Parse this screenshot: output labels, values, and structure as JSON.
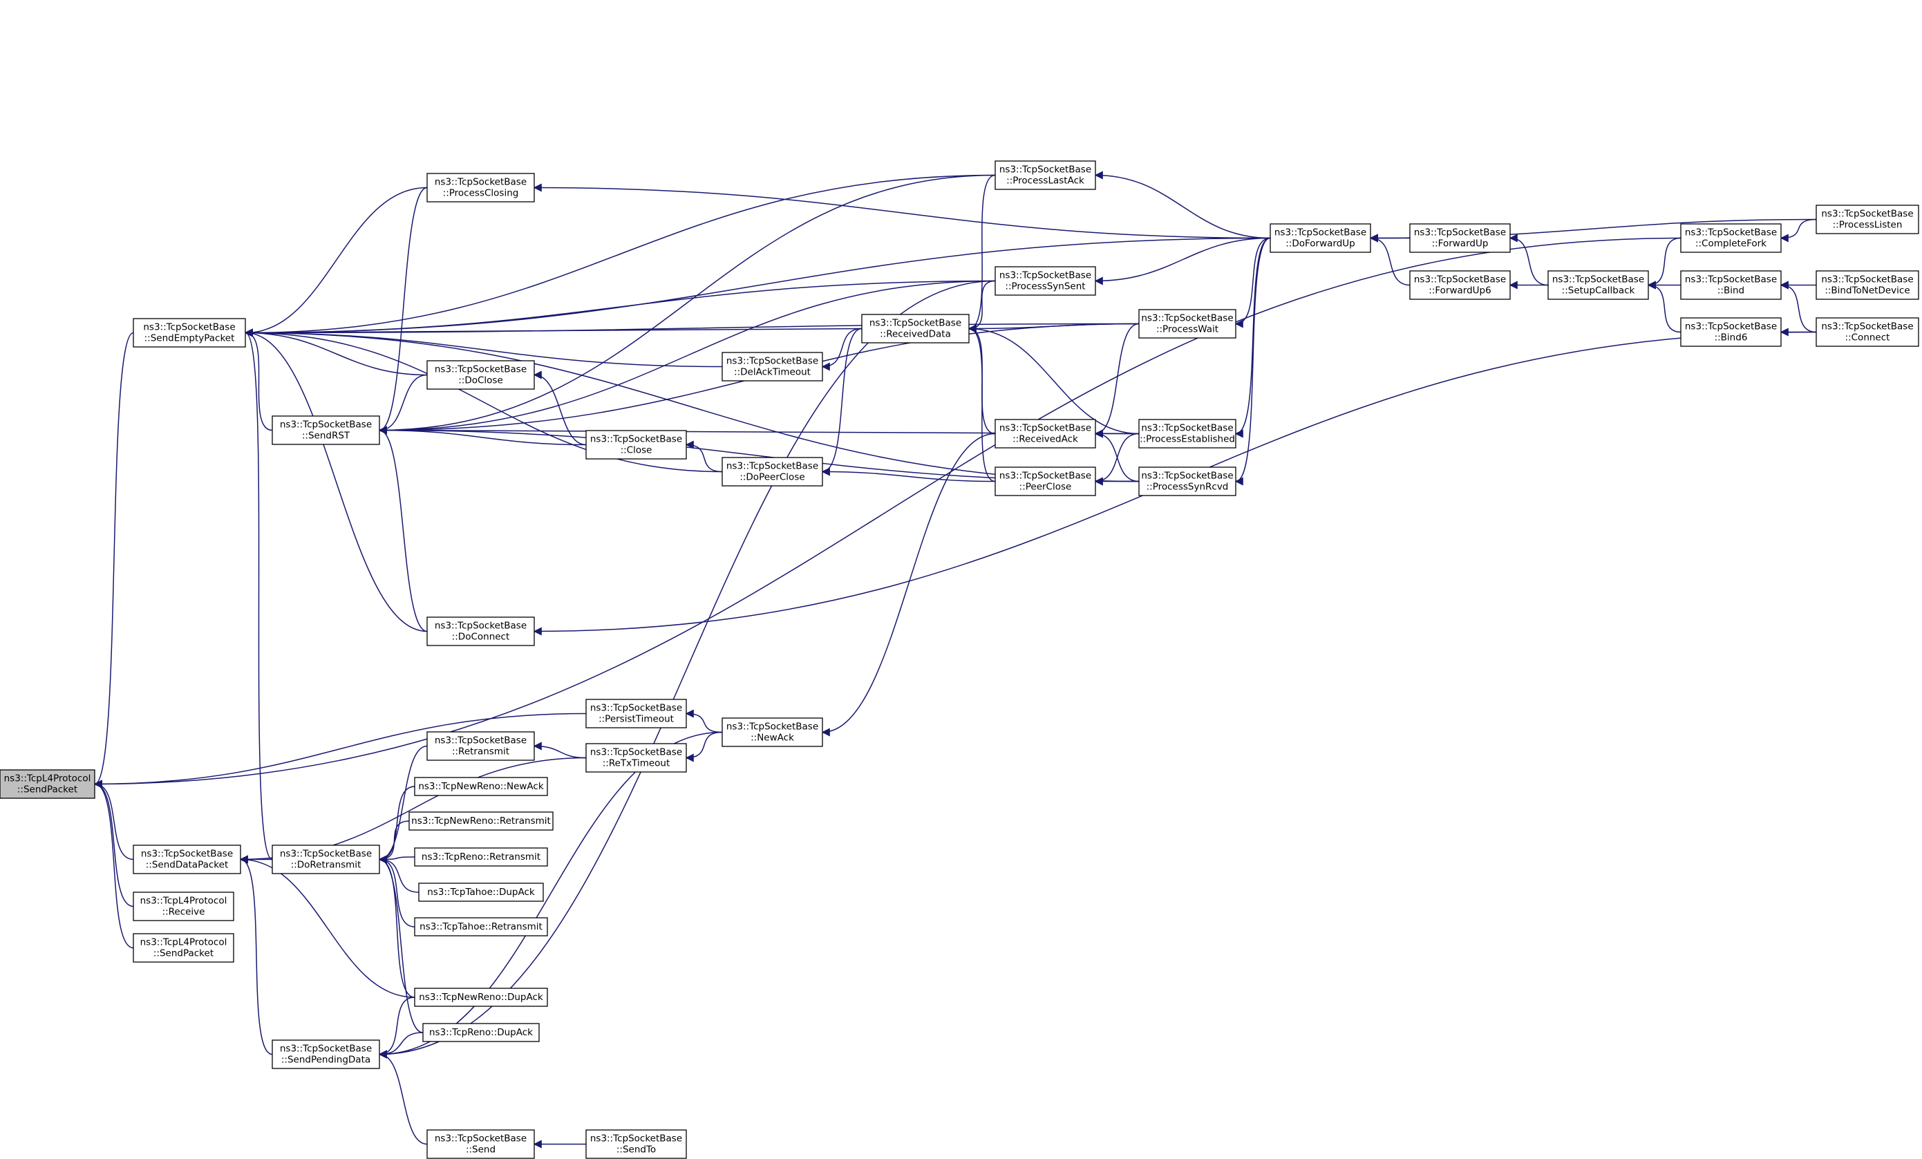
{
  "colors": {
    "edge": "#191970",
    "node_border": "#000000",
    "root_fill": "#bfbfbf",
    "node_fill": "#ffffff",
    "background": "#ffffff"
  },
  "nodes": [
    {
      "id": "root",
      "lines": [
        "ns3::TcpL4Protocol",
        "::SendPacket"
      ],
      "highlight": true
    },
    {
      "id": "sendEmptyPacket",
      "lines": [
        "ns3::TcpSocketBase",
        "::SendEmptyPacket"
      ]
    },
    {
      "id": "sendDataPacket",
      "lines": [
        "ns3::TcpSocketBase",
        "::SendDataPacket"
      ]
    },
    {
      "id": "l4Receive",
      "lines": [
        "ns3::TcpL4Protocol",
        "::Receive"
      ]
    },
    {
      "id": "l4SendPacket2",
      "lines": [
        "ns3::TcpL4Protocol",
        "::SendPacket"
      ]
    },
    {
      "id": "sendRST",
      "lines": [
        "ns3::TcpSocketBase",
        "::SendRST"
      ]
    },
    {
      "id": "processClosing",
      "lines": [
        "ns3::TcpSocketBase",
        "::ProcessClosing"
      ]
    },
    {
      "id": "doClose",
      "lines": [
        "ns3::TcpSocketBase",
        "::DoClose"
      ]
    },
    {
      "id": "doConnect",
      "lines": [
        "ns3::TcpSocketBase",
        "::DoConnect"
      ]
    },
    {
      "id": "retransmit",
      "lines": [
        "ns3::TcpSocketBase",
        "::Retransmit"
      ]
    },
    {
      "id": "newRenoNewAck",
      "lines": [
        "ns3::TcpNewReno::NewAck"
      ]
    },
    {
      "id": "newRenoRetransmit",
      "lines": [
        "ns3::TcpNewReno::Retransmit"
      ]
    },
    {
      "id": "renoRetransmit",
      "lines": [
        "ns3::TcpReno::Retransmit"
      ]
    },
    {
      "id": "tahoeDupAck",
      "lines": [
        "ns3::TcpTahoe::DupAck"
      ]
    },
    {
      "id": "tahoeRetransmit",
      "lines": [
        "ns3::TcpTahoe::Retransmit"
      ]
    },
    {
      "id": "newRenoDupAck",
      "lines": [
        "ns3::TcpNewReno::DupAck"
      ]
    },
    {
      "id": "renoDupAck",
      "lines": [
        "ns3::TcpReno::DupAck"
      ]
    },
    {
      "id": "doRetransmit",
      "lines": [
        "ns3::TcpSocketBase",
        "::DoRetransmit"
      ]
    },
    {
      "id": "sendPendingData",
      "lines": [
        "ns3::TcpSocketBase",
        "::SendPendingData"
      ]
    },
    {
      "id": "send",
      "lines": [
        "ns3::TcpSocketBase",
        "::Send"
      ]
    },
    {
      "id": "sendTo",
      "lines": [
        "ns3::TcpSocketBase",
        "::SendTo"
      ]
    },
    {
      "id": "close",
      "lines": [
        "ns3::TcpSocketBase",
        "::Close"
      ]
    },
    {
      "id": "persistTimeout",
      "lines": [
        "ns3::TcpSocketBase",
        "::PersistTimeout"
      ]
    },
    {
      "id": "reTxTimeout",
      "lines": [
        "ns3::TcpSocketBase",
        "::ReTxTimeout"
      ]
    },
    {
      "id": "newAck",
      "lines": [
        "ns3::TcpSocketBase",
        "::NewAck"
      ]
    },
    {
      "id": "delAckTimeout",
      "lines": [
        "ns3::TcpSocketBase",
        "::DelAckTimeout"
      ]
    },
    {
      "id": "doPeerClose",
      "lines": [
        "ns3::TcpSocketBase",
        "::DoPeerClose"
      ]
    },
    {
      "id": "receivedData",
      "lines": [
        "ns3::TcpSocketBase",
        "::ReceivedData"
      ]
    },
    {
      "id": "processLastAck",
      "lines": [
        "ns3::TcpSocketBase",
        "::ProcessLastAck"
      ]
    },
    {
      "id": "processSynSent",
      "lines": [
        "ns3::TcpSocketBase",
        "::ProcessSynSent"
      ]
    },
    {
      "id": "receivedAck",
      "lines": [
        "ns3::TcpSocketBase",
        "::ReceivedAck"
      ]
    },
    {
      "id": "peerClose",
      "lines": [
        "ns3::TcpSocketBase",
        "::PeerClose"
      ]
    },
    {
      "id": "processWait",
      "lines": [
        "ns3::TcpSocketBase",
        "::ProcessWait"
      ]
    },
    {
      "id": "processEstablished",
      "lines": [
        "ns3::TcpSocketBase",
        "::ProcessEstablished"
      ]
    },
    {
      "id": "processSynRcvd",
      "lines": [
        "ns3::TcpSocketBase",
        "::ProcessSynRcvd"
      ]
    },
    {
      "id": "doForwardUp",
      "lines": [
        "ns3::TcpSocketBase",
        "::DoForwardUp"
      ]
    },
    {
      "id": "forwardUp",
      "lines": [
        "ns3::TcpSocketBase",
        "::ForwardUp"
      ]
    },
    {
      "id": "forwardUp6",
      "lines": [
        "ns3::TcpSocketBase",
        "::ForwardUp6"
      ]
    },
    {
      "id": "setupCallback",
      "lines": [
        "ns3::TcpSocketBase",
        "::SetupCallback"
      ]
    },
    {
      "id": "completeFork",
      "lines": [
        "ns3::TcpSocketBase",
        "::CompleteFork"
      ]
    },
    {
      "id": "bind",
      "lines": [
        "ns3::TcpSocketBase",
        "::Bind"
      ]
    },
    {
      "id": "bind6",
      "lines": [
        "ns3::TcpSocketBase",
        "::Bind6"
      ]
    },
    {
      "id": "processListen",
      "lines": [
        "ns3::TcpSocketBase",
        "::ProcessListen"
      ]
    },
    {
      "id": "bindToNetDevice",
      "lines": [
        "ns3::TcpSocketBase",
        "::BindToNetDevice"
      ]
    },
    {
      "id": "connect",
      "lines": [
        "ns3::TcpSocketBase",
        "::Connect"
      ]
    }
  ],
  "edges": [
    [
      "root",
      "sendEmptyPacket"
    ],
    [
      "root",
      "sendDataPacket"
    ],
    [
      "root",
      "l4Receive"
    ],
    [
      "root",
      "l4SendPacket2"
    ],
    [
      "root",
      "persistTimeout"
    ],
    [
      "root",
      "completeFork"
    ],
    [
      "sendEmptyPacket",
      "sendRST"
    ],
    [
      "sendEmptyPacket",
      "processClosing"
    ],
    [
      "sendEmptyPacket",
      "doClose"
    ],
    [
      "sendEmptyPacket",
      "doConnect"
    ],
    [
      "sendEmptyPacket",
      "doRetransmit"
    ],
    [
      "sendEmptyPacket",
      "delAckTimeout"
    ],
    [
      "sendEmptyPacket",
      "doPeerClose"
    ],
    [
      "sendEmptyPacket",
      "receivedData"
    ],
    [
      "sendEmptyPacket",
      "processLastAck"
    ],
    [
      "sendEmptyPacket",
      "processSynSent"
    ],
    [
      "sendEmptyPacket",
      "processWait"
    ],
    [
      "sendEmptyPacket",
      "processSynRcvd"
    ],
    [
      "sendEmptyPacket",
      "doForwardUp"
    ],
    [
      "sendRST",
      "processClosing"
    ],
    [
      "sendRST",
      "doClose"
    ],
    [
      "sendRST",
      "close"
    ],
    [
      "sendRST",
      "doConnect"
    ],
    [
      "sendRST",
      "processLastAck"
    ],
    [
      "sendRST",
      "processSynSent"
    ],
    [
      "sendRST",
      "processWait"
    ],
    [
      "sendRST",
      "processEstablished"
    ],
    [
      "sendRST",
      "processSynRcvd"
    ],
    [
      "processClosing",
      "doForwardUp"
    ],
    [
      "doClose",
      "close"
    ],
    [
      "close",
      "doPeerClose"
    ],
    [
      "doConnect",
      "connect"
    ],
    [
      "sendDataPacket",
      "doRetransmit"
    ],
    [
      "sendDataPacket",
      "sendPendingData"
    ],
    [
      "sendDataPacket",
      "reTxTimeout"
    ],
    [
      "sendDataPacket",
      "newRenoDupAck"
    ],
    [
      "doRetransmit",
      "retransmit"
    ],
    [
      "doRetransmit",
      "newRenoNewAck"
    ],
    [
      "doRetransmit",
      "newRenoRetransmit"
    ],
    [
      "doRetransmit",
      "renoRetransmit"
    ],
    [
      "doRetransmit",
      "tahoeDupAck"
    ],
    [
      "doRetransmit",
      "tahoeRetransmit"
    ],
    [
      "doRetransmit",
      "newRenoDupAck"
    ],
    [
      "doRetransmit",
      "renoDupAck"
    ],
    [
      "sendPendingData",
      "newRenoDupAck"
    ],
    [
      "sendPendingData",
      "renoDupAck"
    ],
    [
      "sendPendingData",
      "send"
    ],
    [
      "sendPendingData",
      "newAck"
    ],
    [
      "sendPendingData",
      "processSynSent"
    ],
    [
      "send",
      "sendTo"
    ],
    [
      "retransmit",
      "reTxTimeout"
    ],
    [
      "reTxTimeout",
      "newAck"
    ],
    [
      "persistTimeout",
      "newAck"
    ],
    [
      "newAck",
      "receivedAck"
    ],
    [
      "delAckTimeout",
      "receivedData"
    ],
    [
      "doPeerClose",
      "receivedData"
    ],
    [
      "doPeerClose",
      "peerClose"
    ],
    [
      "receivedData",
      "processLastAck"
    ],
    [
      "receivedData",
      "processSynSent"
    ],
    [
      "receivedData",
      "receivedAck"
    ],
    [
      "receivedData",
      "peerClose"
    ],
    [
      "receivedData",
      "processWait"
    ],
    [
      "receivedData",
      "processEstablished"
    ],
    [
      "processLastAck",
      "doForwardUp"
    ],
    [
      "processSynSent",
      "doForwardUp"
    ],
    [
      "receivedAck",
      "processWait"
    ],
    [
      "receivedAck",
      "processEstablished"
    ],
    [
      "receivedAck",
      "processSynRcvd"
    ],
    [
      "peerClose",
      "processEstablished"
    ],
    [
      "peerClose",
      "processSynRcvd"
    ],
    [
      "processWait",
      "doForwardUp"
    ],
    [
      "processEstablished",
      "doForwardUp"
    ],
    [
      "processSynRcvd",
      "doForwardUp"
    ],
    [
      "doForwardUp",
      "forwardUp"
    ],
    [
      "doForwardUp",
      "forwardUp6"
    ],
    [
      "doForwardUp",
      "processListen"
    ],
    [
      "forwardUp",
      "setupCallback"
    ],
    [
      "forwardUp6",
      "setupCallback"
    ],
    [
      "setupCallback",
      "completeFork"
    ],
    [
      "setupCallback",
      "bind"
    ],
    [
      "setupCallback",
      "bind6"
    ],
    [
      "completeFork",
      "processListen"
    ],
    [
      "bind",
      "bindToNetDevice"
    ],
    [
      "bind",
      "connect"
    ],
    [
      "bind6",
      "connect"
    ]
  ]
}
